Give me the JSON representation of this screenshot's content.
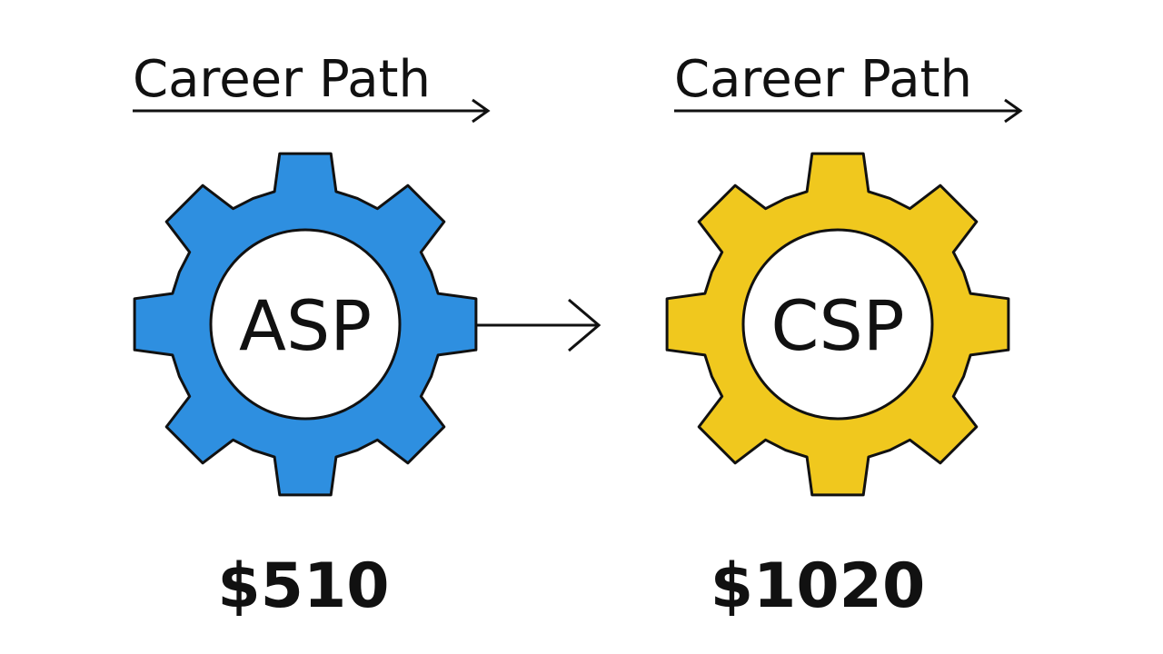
{
  "diagram": {
    "from": {
      "heading": "Career Path",
      "label": "ASP",
      "price": "$510",
      "color": "#2e8fe0"
    },
    "to": {
      "heading": "Career Path",
      "label": "CSP",
      "price": "$1020",
      "color": "#f0c81e"
    },
    "outline_color": "#111111",
    "hub_color": "#ffffff"
  }
}
